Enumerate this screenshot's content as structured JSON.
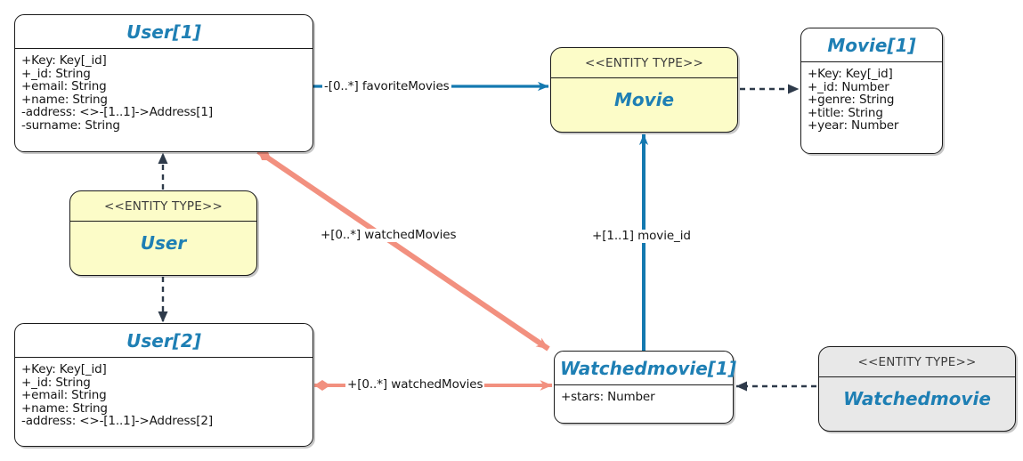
{
  "diagram": {
    "title": "UML entity / class mapping diagram",
    "background": "#ffffff",
    "colors": {
      "class_title": "#1e7fb4",
      "entity_fill": "#fcfcc8",
      "entity_grey_fill": "#e8e8e8",
      "blue_edge": "#1479b0",
      "salmon_edge": "#f2907f",
      "dashed_edge": "#2e3a4a",
      "border": "#1a1a1a"
    }
  },
  "nodes": {
    "user1": {
      "title": "User[1]",
      "attributes": [
        "+Key: Key[_id]",
        "+_id: String",
        "+email: String",
        "+name: String",
        "-address: <>-[1..1]->Address[1]",
        "-surname: String"
      ]
    },
    "user_entity": {
      "stereotype": "<<ENTITY TYPE>>",
      "name": "User"
    },
    "user2": {
      "title": "User[2]",
      "attributes": [
        "+Key: Key[_id]",
        "+_id: String",
        "+email: String",
        "+name: String",
        "-address: <>-[1..1]->Address[2]"
      ]
    },
    "movie_entity": {
      "stereotype": "<<ENTITY TYPE>>",
      "name": "Movie"
    },
    "movie1": {
      "title": "Movie[1]",
      "attributes": [
        "+Key: Key[_id]",
        "+_id: Number",
        "+genre: String",
        "+title: String",
        "+year: Number"
      ]
    },
    "watchedmovie1": {
      "title": "Watchedmovie[1]",
      "attributes": [
        "+stars: Number"
      ]
    },
    "watchedmovie_entity": {
      "stereotype": "<<ENTITY TYPE>>",
      "name": "Watchedmovie"
    }
  },
  "edges": {
    "favorite_movies": {
      "label": "-[0..*] favoriteMovies",
      "from": "user1",
      "to": "movie_entity",
      "style": "solid",
      "color": "#1479b0",
      "arrow": "open-arrow"
    },
    "watched_movies_diagonal": {
      "label": "+[0..*] watchedMovies",
      "from": "user1",
      "to": "watchedmovie1",
      "style": "solid",
      "color": "#f2907f",
      "arrow": "diamond-to-arrow"
    },
    "movie_id": {
      "label": "+[1..1] movie_id",
      "from": "watchedmovie1",
      "to": "movie_entity",
      "style": "solid",
      "color": "#1479b0",
      "arrow": "open-arrow"
    },
    "watched_movies_bottom": {
      "label": "+[0..*] watchedMovies",
      "from": "user2",
      "to": "watchedmovie1",
      "style": "solid",
      "color": "#f2907f",
      "arrow": "diamond-to-arrow"
    },
    "user_entity_to_user1": {
      "label": "",
      "from": "user_entity",
      "to": "user1",
      "style": "dashed",
      "color": "#2e3a4a",
      "arrow": "filled-arrow"
    },
    "user_entity_to_user2": {
      "label": "",
      "from": "user_entity",
      "to": "user2",
      "style": "dashed",
      "color": "#2e3a4a",
      "arrow": "filled-arrow"
    },
    "movie_entity_to_movie1": {
      "label": "",
      "from": "movie_entity",
      "to": "movie1",
      "style": "dashed",
      "color": "#2e3a4a",
      "arrow": "filled-arrow"
    },
    "watched_entity_to_watched1": {
      "label": "",
      "from": "watchedmovie_entity",
      "to": "watchedmovie1",
      "style": "dashed",
      "color": "#2e3a4a",
      "arrow": "filled-arrow"
    }
  }
}
